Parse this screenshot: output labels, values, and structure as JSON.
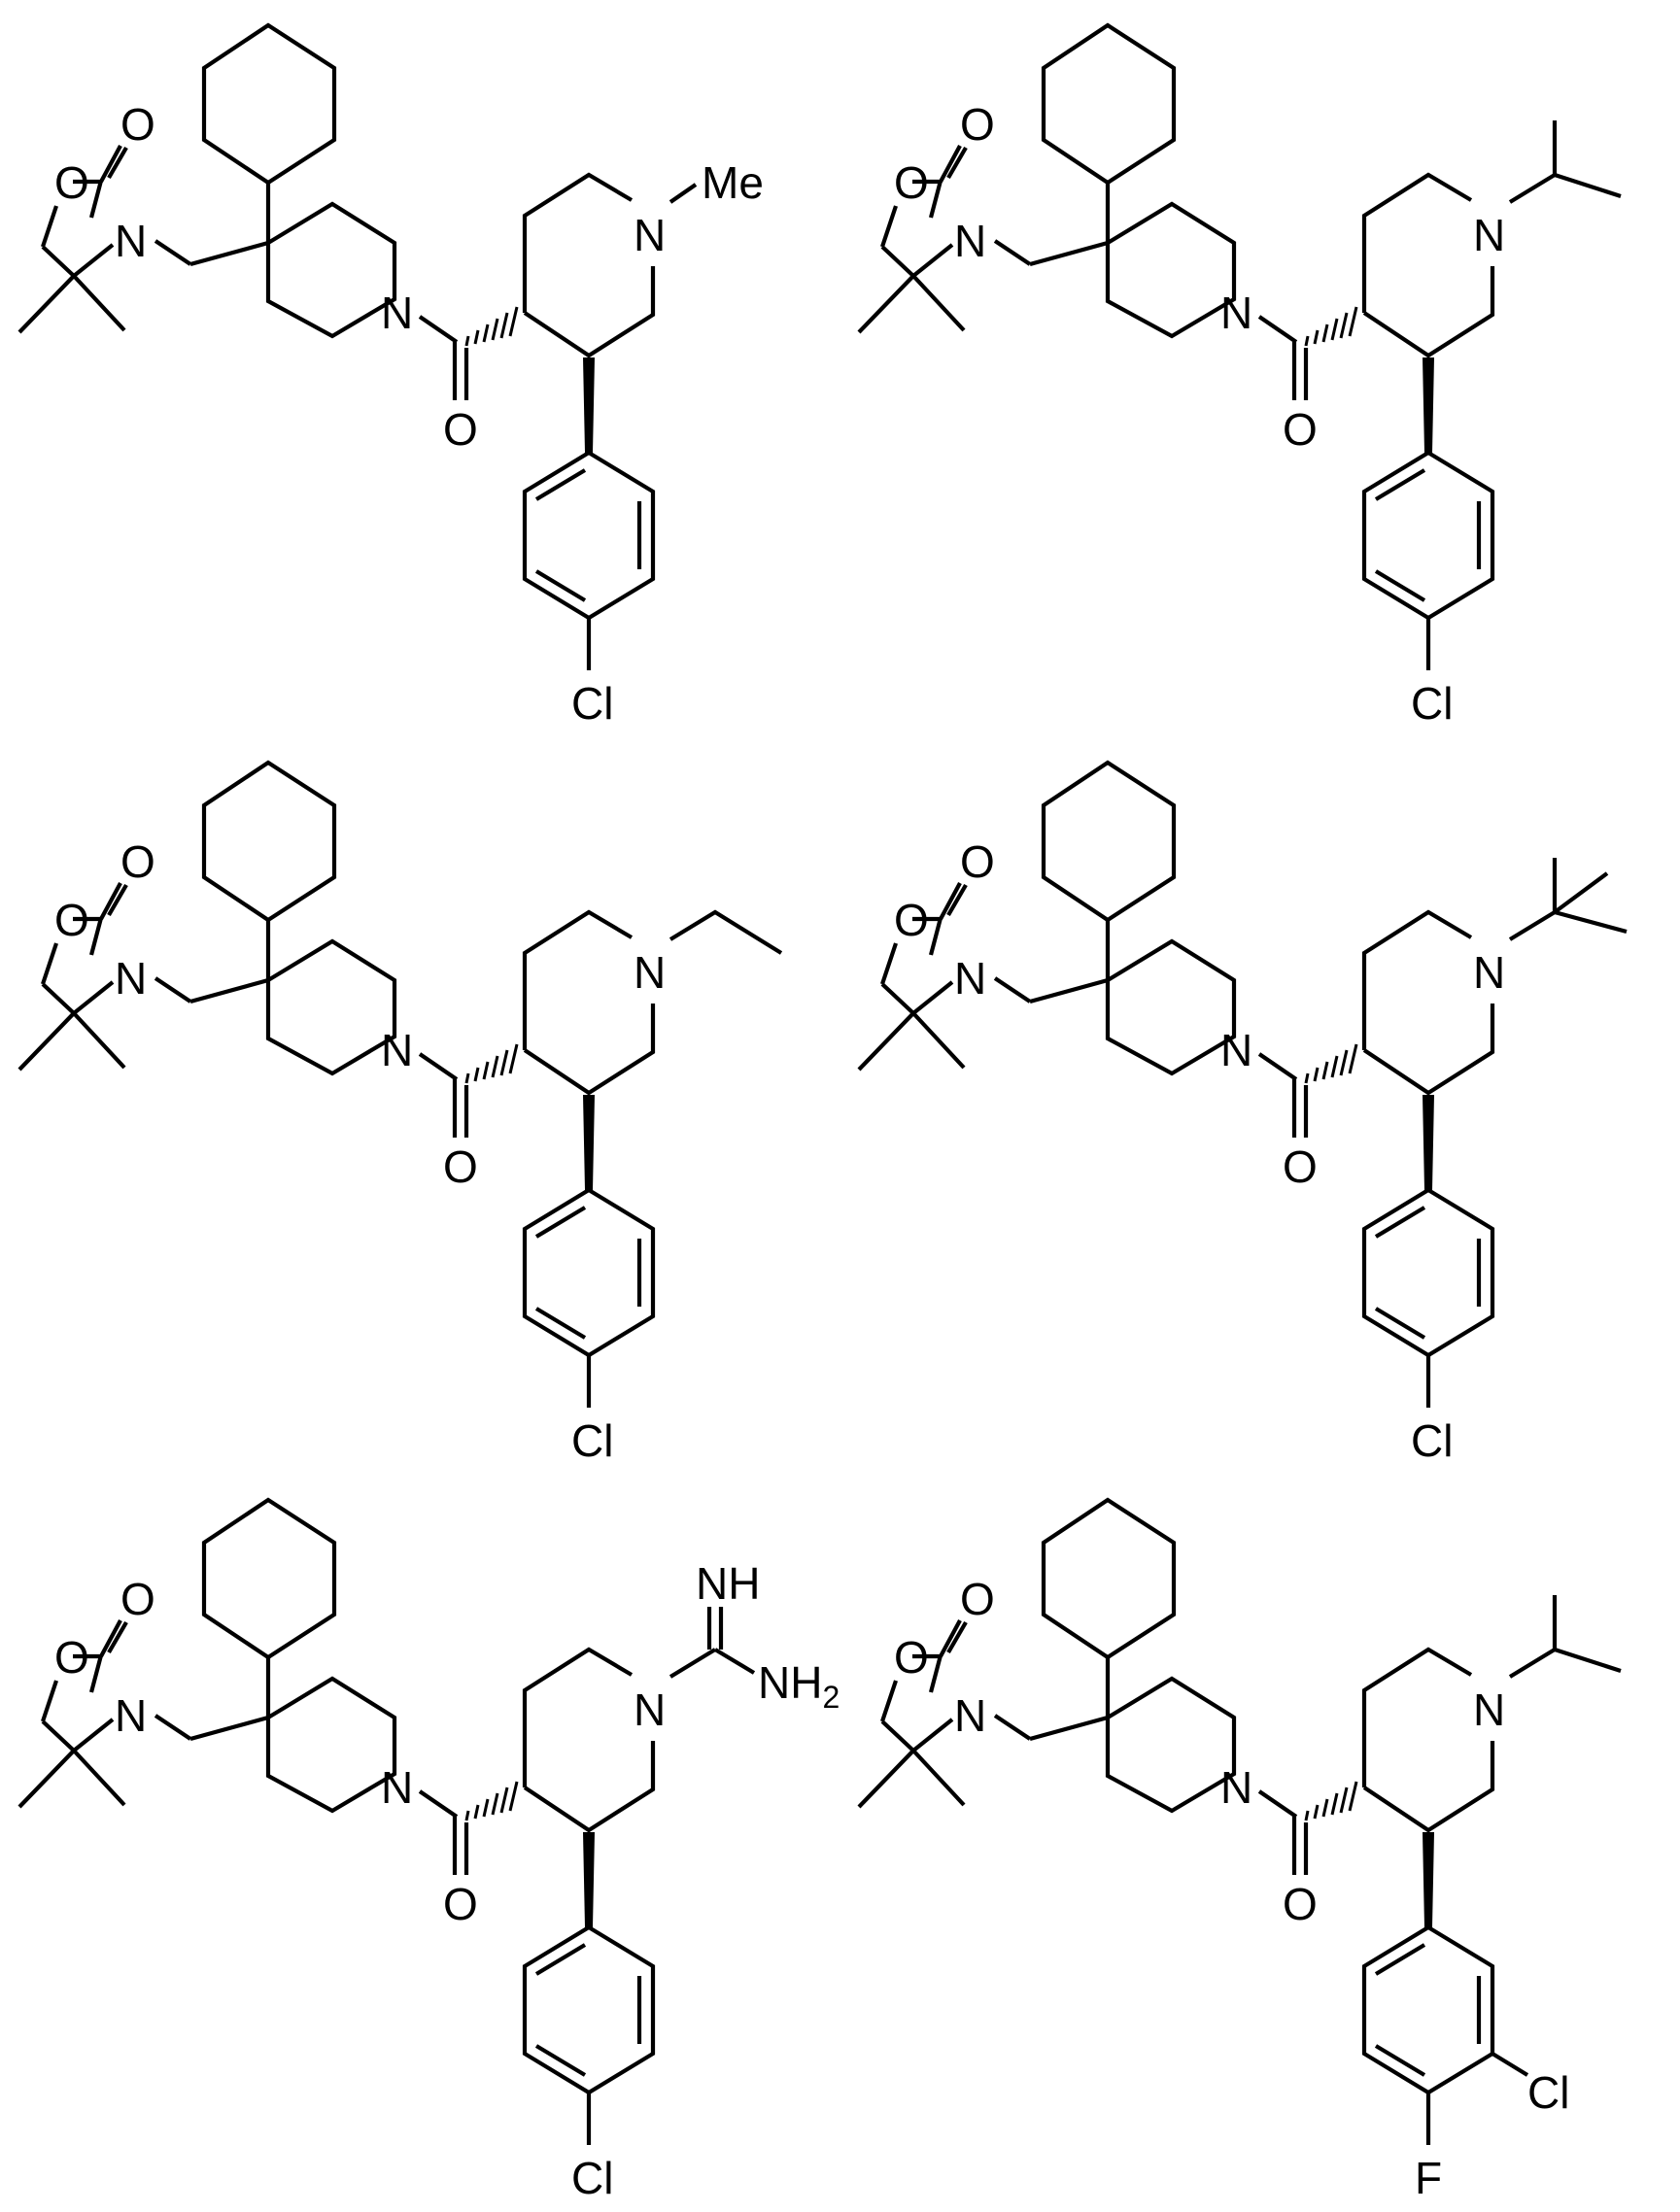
{
  "figure": {
    "layout": "3 rows x 2 columns",
    "compounds": [
      {
        "position": "row1-left",
        "n_substituent": "Me",
        "n_label": "N",
        "sub_label": "Me",
        "aryl": "4-chlorophenyl",
        "aryl_labels": [
          "Cl"
        ]
      },
      {
        "position": "row1-right",
        "n_substituent": "isopropyl",
        "n_label": "N",
        "aryl": "4-chlorophenyl",
        "aryl_labels": [
          "Cl"
        ]
      },
      {
        "position": "row2-left",
        "n_substituent": "ethyl",
        "n_label": "N",
        "aryl": "4-chlorophenyl",
        "aryl_labels": [
          "Cl"
        ]
      },
      {
        "position": "row2-right",
        "n_substituent": "tert-butyl",
        "n_label": "N",
        "aryl": "4-chlorophenyl",
        "aryl_labels": [
          "Cl"
        ]
      },
      {
        "position": "row3-left",
        "n_substituent": "carboximidamide (guanidine)",
        "n_label": "N",
        "imine_label": "NH",
        "amine_label": "NH",
        "amine_sub": "2",
        "aryl": "4-chlorophenyl",
        "aryl_labels": [
          "Cl"
        ]
      },
      {
        "position": "row3-right",
        "n_substituent": "isopropyl",
        "n_label": "N",
        "aryl": "3-chloro-4-fluorophenyl",
        "aryl_labels": [
          "Cl",
          "F"
        ]
      }
    ],
    "common_labels": {
      "ring_O": "O",
      "carbonyl_O": "O",
      "oxazolidinone_N": "N",
      "piperidine_N": "N",
      "amide_O": "O",
      "chloro": "Cl",
      "fluoro": "F"
    }
  }
}
